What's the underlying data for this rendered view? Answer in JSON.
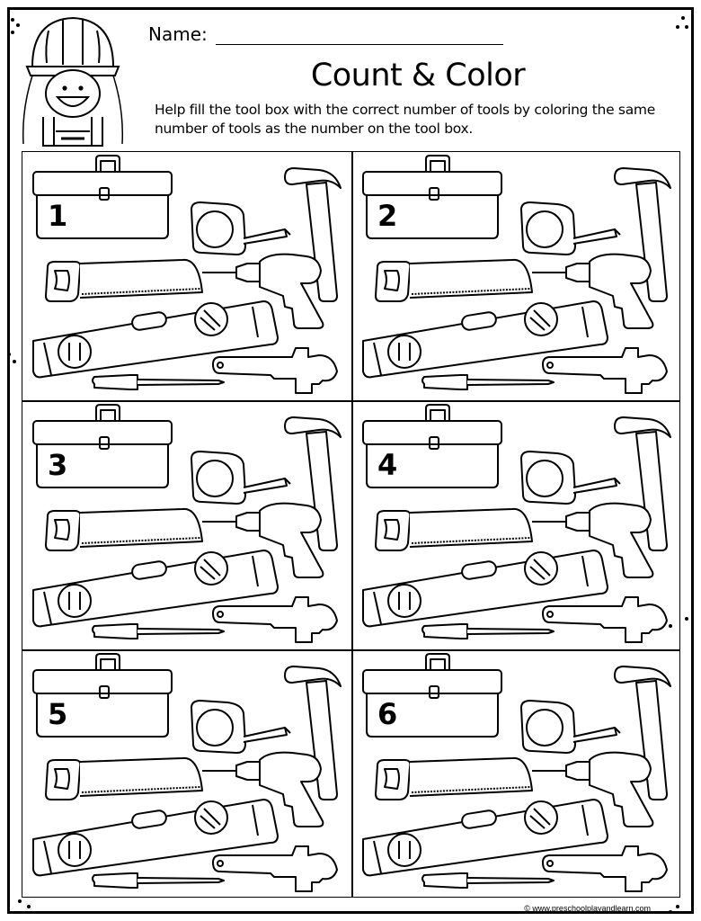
{
  "header": {
    "name_label": "Name:",
    "title": "Count & Color",
    "instructions": "Help fill the tool box with the correct number of tools by coloring the same number of tools as the number on the tool box."
  },
  "cells": [
    {
      "number": "1"
    },
    {
      "number": "2"
    },
    {
      "number": "3"
    },
    {
      "number": "4"
    },
    {
      "number": "5"
    },
    {
      "number": "6"
    }
  ],
  "tools": [
    "hammer",
    "tape-measure",
    "saw",
    "drill",
    "level",
    "pipe-wrench",
    "screwdriver"
  ],
  "footer": {
    "copyright": "© www.preschoolplayandlearn.com"
  }
}
